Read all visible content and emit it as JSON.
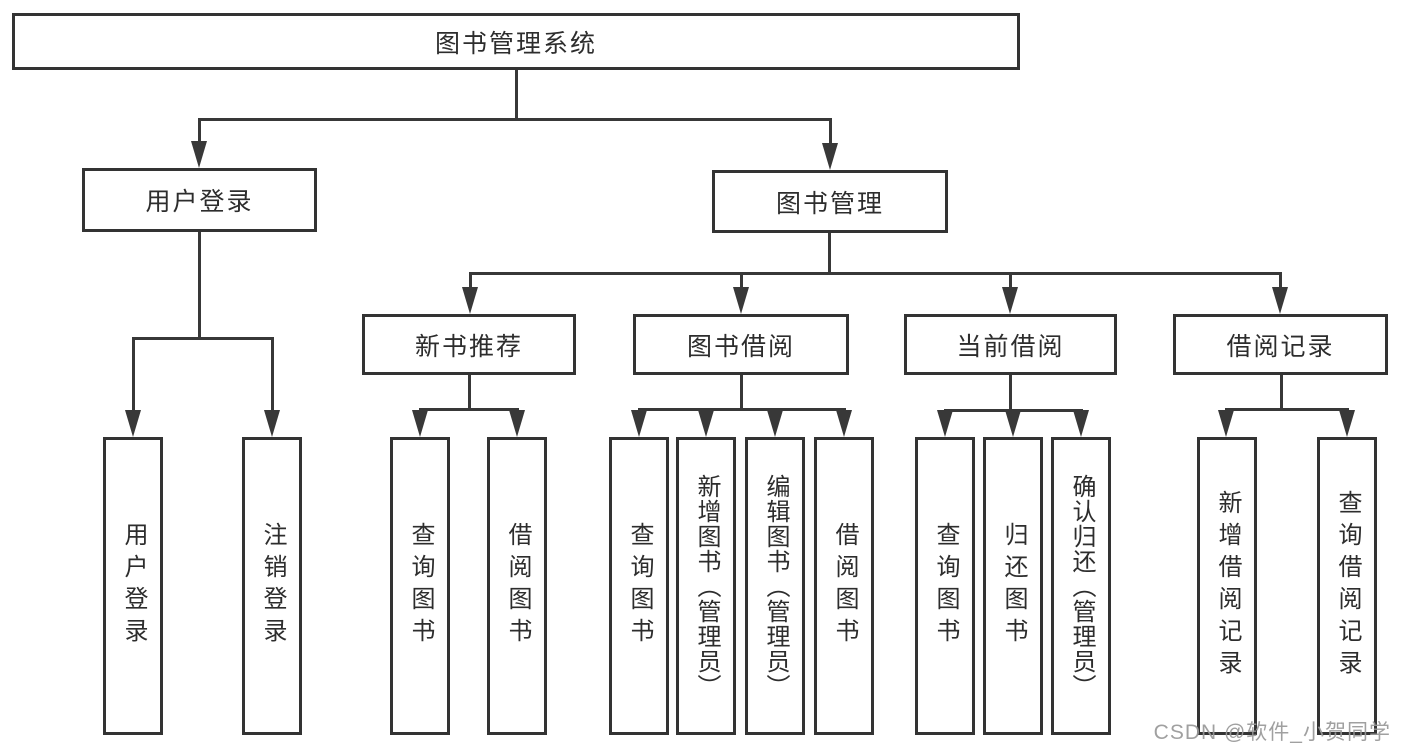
{
  "diagram": {
    "type": "hierarchy-tree",
    "title": "图书管理系统"
  },
  "nodes": {
    "root": {
      "label": "图书管理系统"
    },
    "user_login": {
      "label": "用户登录"
    },
    "book_mgmt": {
      "label": "图书管理"
    },
    "new_book_rec": {
      "label": "新书推荐"
    },
    "book_borrow": {
      "label": "图书借阅"
    },
    "current_borrow": {
      "label": "当前借阅"
    },
    "borrow_record": {
      "label": "借阅记录"
    },
    "leaf_user_login": {
      "label": "用户登录"
    },
    "leaf_logout": {
      "label": "注销登录"
    },
    "leaf_nb_query": {
      "label": "查询图书"
    },
    "leaf_nb_borrow": {
      "label": "借阅图书"
    },
    "leaf_bb_query": {
      "label": "查询图书"
    },
    "leaf_bb_add": {
      "label": "新增图书（管理员）"
    },
    "leaf_bb_edit": {
      "label": "编辑图书（管理员）"
    },
    "leaf_bb_borrow": {
      "label": "借阅图书"
    },
    "leaf_cb_query": {
      "label": "查询图书"
    },
    "leaf_cb_return": {
      "label": "归还图书"
    },
    "leaf_cb_confirm": {
      "label": "确认归还（管理员）"
    },
    "leaf_br_add": {
      "label": "新增借阅记录"
    },
    "leaf_br_query": {
      "label": "查询借阅记录"
    }
  },
  "edges": [
    {
      "from": "root",
      "to": [
        "user_login",
        "book_mgmt"
      ]
    },
    {
      "from": "user_login",
      "to": [
        "leaf_user_login",
        "leaf_logout"
      ]
    },
    {
      "from": "book_mgmt",
      "to": [
        "new_book_rec",
        "book_borrow",
        "current_borrow",
        "borrow_record"
      ]
    },
    {
      "from": "new_book_rec",
      "to": [
        "leaf_nb_query",
        "leaf_nb_borrow"
      ]
    },
    {
      "from": "book_borrow",
      "to": [
        "leaf_bb_query",
        "leaf_bb_add",
        "leaf_bb_edit",
        "leaf_bb_borrow"
      ]
    },
    {
      "from": "current_borrow",
      "to": [
        "leaf_cb_query",
        "leaf_cb_return",
        "leaf_cb_confirm"
      ]
    },
    {
      "from": "borrow_record",
      "to": [
        "leaf_br_add",
        "leaf_br_query"
      ]
    }
  ],
  "watermark": {
    "text": "CSDN @软件_小贺同学"
  },
  "colors": {
    "line": "#383838",
    "box_border": "#333333",
    "text": "#2d2d2d",
    "watermark": "#999999",
    "background": "#ffffff"
  }
}
